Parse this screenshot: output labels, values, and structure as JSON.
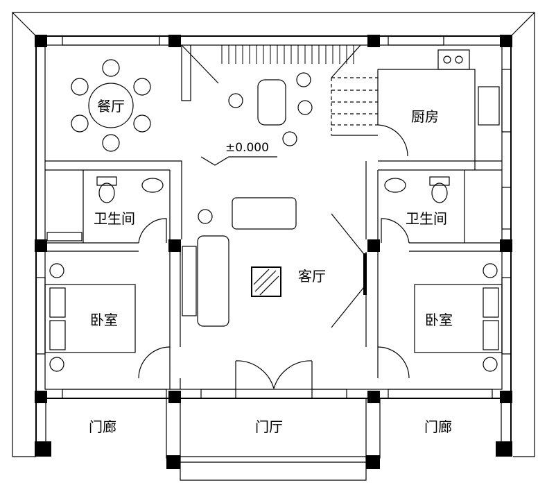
{
  "rooms": {
    "dining": "餐厅",
    "kitchen": "厨房",
    "bath_left": "卫生间",
    "bath_right": "卫生间",
    "living": "客厅",
    "bedroom_left": "卧室",
    "bedroom_right": "卧室",
    "porch_left": "门廊",
    "porch_right": "门廊",
    "foyer": "门厅"
  },
  "level_mark": "±0.000"
}
